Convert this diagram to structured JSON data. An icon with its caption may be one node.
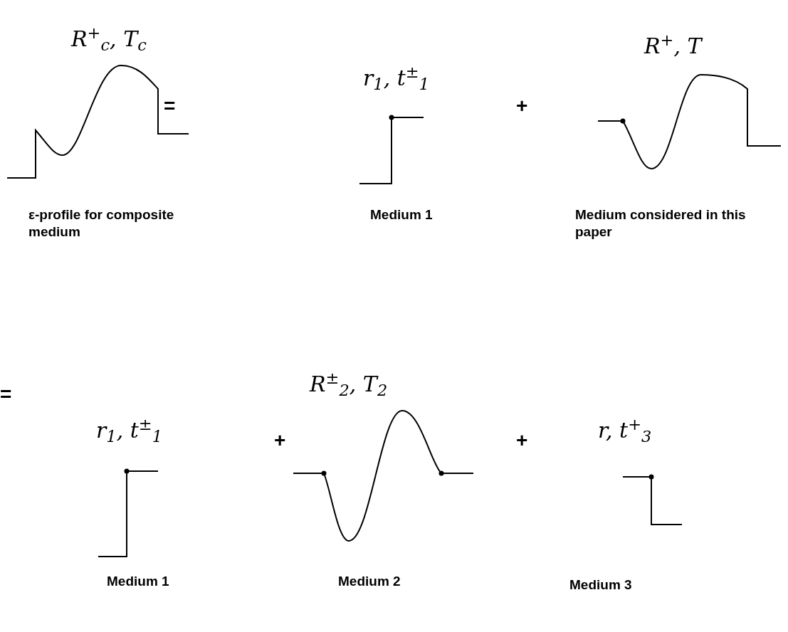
{
  "diagram": {
    "labels": [
      "R$^{+}$$_{c}$, T$_{c}$",
      "=",
      "r$_{1}$, t$^{±}$$_{1}$",
      "+",
      "R$^{+}$, T",
      "ε-profile for composite medium",
      "Medium 1",
      "Medium considered in this paper",
      "=",
      "r$_{1}$, t$^{±}$$_{1}$",
      "+",
      "R$^{±}$$_{2}$, T$_{2}$",
      "+",
      "r, t$^{+}$$_{3}$",
      "Medium 1",
      "Medium 2",
      "Medium 3"
    ]
  }
}
